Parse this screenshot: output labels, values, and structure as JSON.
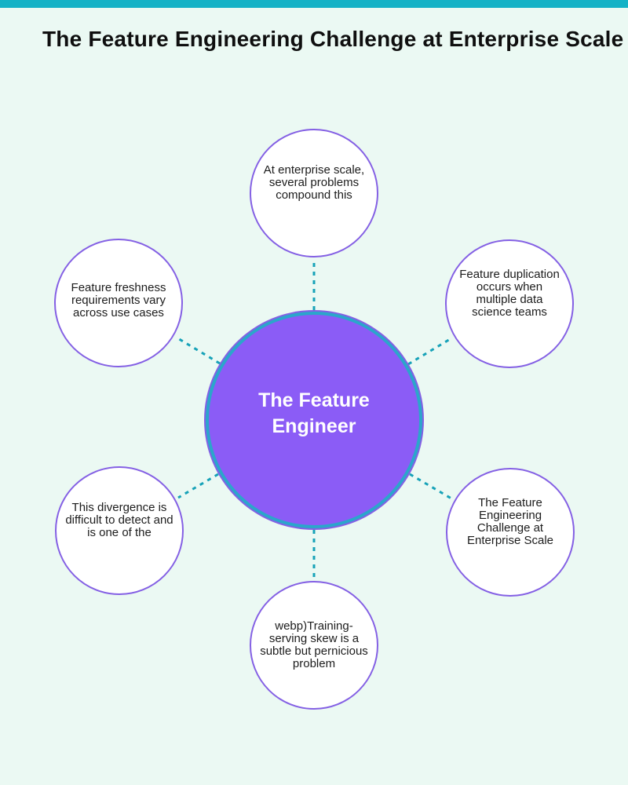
{
  "page": {
    "title": "The Feature Engineering Challenge at Enterprise Scale",
    "background_color": "#EBF9F3",
    "top_bar_color": "#14B2C6"
  },
  "diagram": {
    "type": "mind-map",
    "connector_style": "dashed",
    "connector_color": "#17A2B8",
    "node_border_color": "#8460E4",
    "center_node": {
      "label": "The Feature Engineer",
      "fill_color": "#8B5CF6",
      "ring_color": "#2BA6CB",
      "text_color": "#FFFFFF"
    },
    "nodes": [
      {
        "id": "top",
        "label": "At enterprise scale, several problems compound this"
      },
      {
        "id": "top-right",
        "label": "Feature duplication occurs when multiple data science teams"
      },
      {
        "id": "bottom-right",
        "label": "The Feature Engineering Challenge at Enterprise Scale"
      },
      {
        "id": "bottom",
        "label": "webp)Training-serving skew is a subtle but pernicious problem"
      },
      {
        "id": "bottom-left",
        "label": "This divergence is difficult to detect and is one of the"
      },
      {
        "id": "top-left",
        "label": "Feature freshness requirements vary across use cases"
      }
    ]
  }
}
